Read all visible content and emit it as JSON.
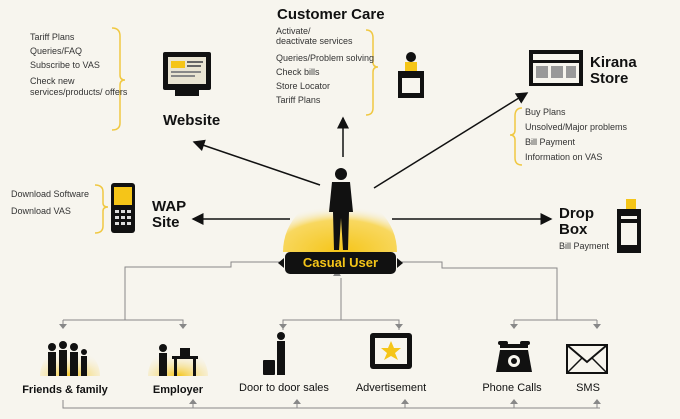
{
  "website": {
    "title": "Website",
    "items": [
      "Tariff Plans",
      "Queries/FAQ",
      "Subscribe to VAS",
      "Check new",
      "services/products/ offers"
    ]
  },
  "customer_care": {
    "title": "Customer Care",
    "items": [
      "Activate/",
      "deactivate services",
      "Queries/Problem solving",
      "Check bills",
      "Store Locator",
      "Tariff Plans"
    ]
  },
  "kirana": {
    "title_line1": "Kirana",
    "title_line2": "Store",
    "items": [
      "Buy Plans",
      "Unsolved/Major problems",
      "Bill Payment",
      "Information on VAS"
    ]
  },
  "wap": {
    "title_line1": "WAP",
    "title_line2": "Site",
    "items": [
      "Download Software",
      "Download VAS"
    ]
  },
  "drop_box": {
    "title_line1": "Drop",
    "title_line2": "Box",
    "item": "Bill Payment"
  },
  "center": {
    "label": "Casual User"
  },
  "bottom": {
    "friends": "Friends & family",
    "employer": "Employer",
    "door": "Door to door sales",
    "advert": "Advertisement",
    "phone": "Phone Calls",
    "sms": "SMS"
  },
  "colors": {
    "accent": "#f5c518",
    "dark": "#111111",
    "bracket": "#f0c842"
  }
}
